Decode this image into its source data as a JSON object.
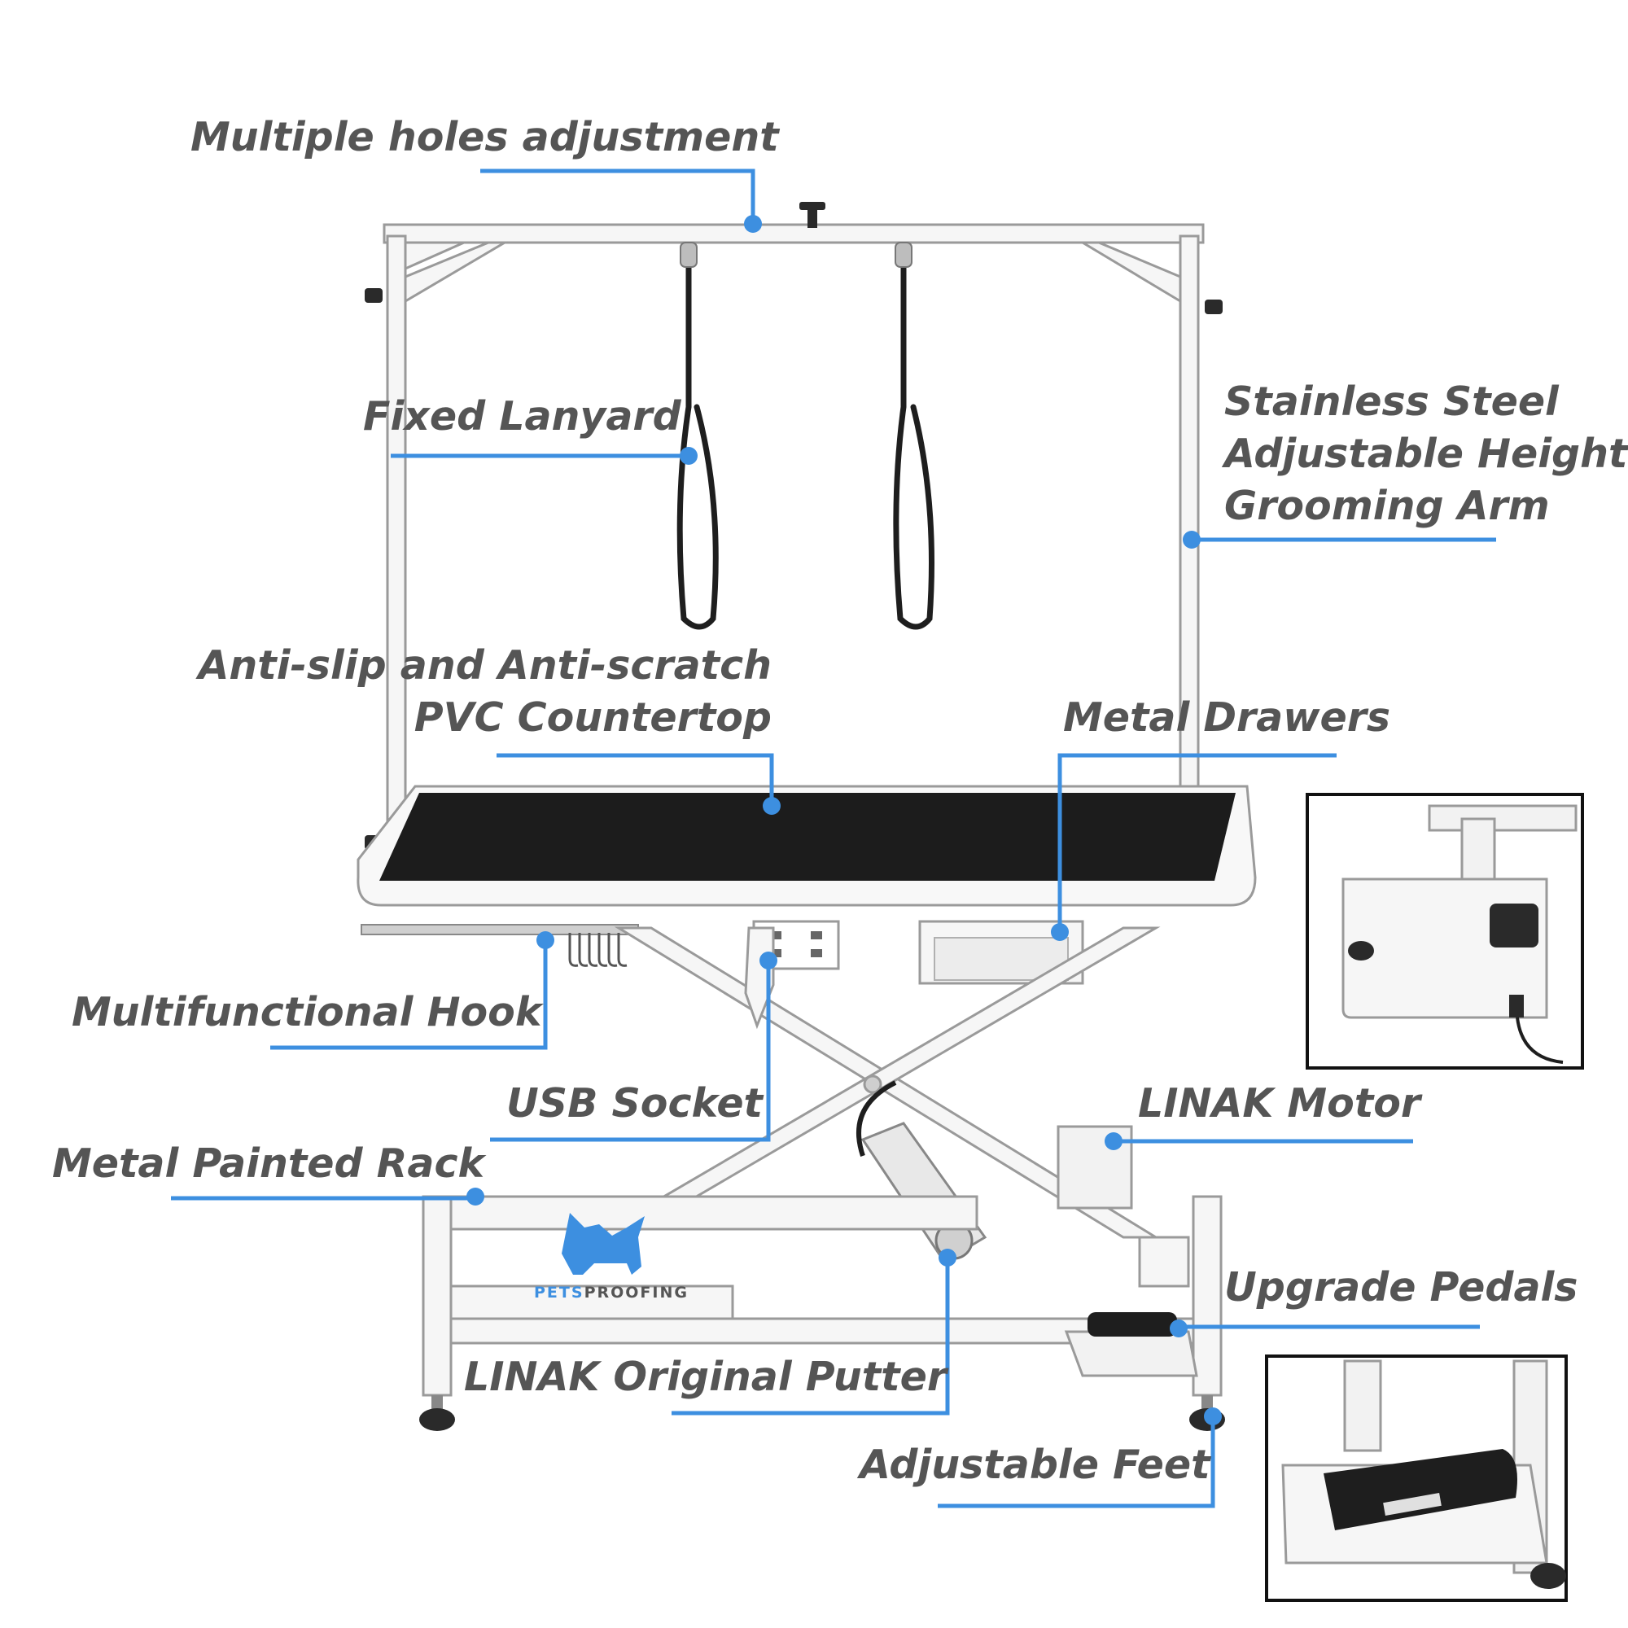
{
  "accent_color": "#3d8fe0",
  "brand": {
    "name_part1": "PETS",
    "name_part2": "PROOFING",
    "logo": "dog-silhouette-icon",
    "color": "#3d8fe0"
  },
  "callouts": {
    "multiple_holes": "Multiple holes adjustment",
    "fixed_lanyard": "Fixed Lanyard",
    "grooming_arm": [
      "Stainless Steel",
      "Adjustable Height",
      "Grooming Arm"
    ],
    "countertop": [
      "Anti-slip and Anti-scratch",
      "PVC Countertop"
    ],
    "metal_drawers": "Metal Drawers",
    "multifunctional_hook": "Multifunctional Hook",
    "usb_socket": "USB Socket",
    "linak_motor": "LINAK Motor",
    "metal_painted_rack": "Metal Painted Rack",
    "upgrade_pedals": "Upgrade Pedals",
    "linak_putter": "LINAK Original Putter",
    "adjustable_feet": "Adjustable Feet"
  },
  "insets": {
    "motor_detail": "motor-closeup-image",
    "pedal_detail": "pedal-closeup-image"
  }
}
